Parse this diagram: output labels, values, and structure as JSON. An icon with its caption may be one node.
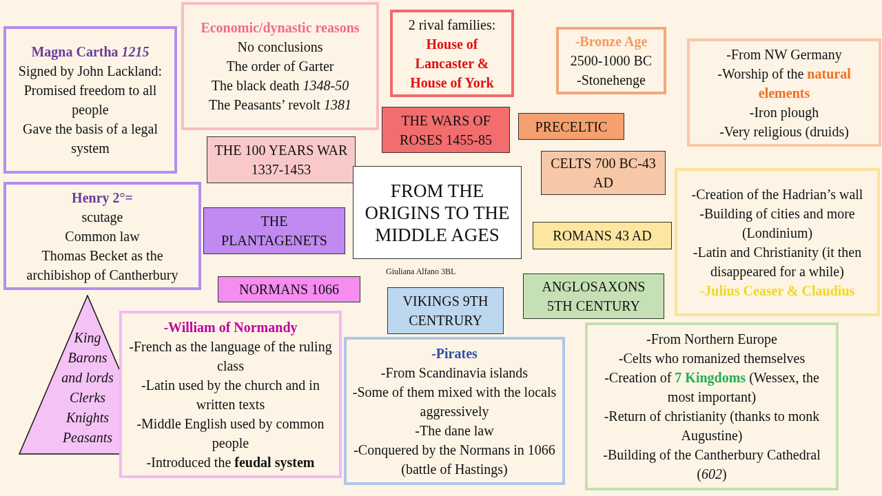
{
  "diagram": {
    "nodes": [
      {
        "text": [
          "**Magna Cartha** *1215*",
          "Signed by John Lackland:",
          "Promised freedom to all people",
          "Gave the basis of a legal system"
        ]
      },
      {
        "text": [
          "Economic/dynastic reasons",
          "No conclusions",
          "The order of Garter",
          "The black death *1348-50*",
          "The Peasants’ revolt *1381*"
        ]
      },
      {
        "text": [
          "2 rival families:",
          "House of Lancaster & House of York"
        ]
      },
      {
        "text": [
          "-Bronze Age",
          "2500-1000 BC",
          "-Stonehenge"
        ]
      },
      {
        "text": [
          "-From NW Germany",
          "-Worship of the **natural elements**",
          "-Iron plough",
          "-Very religious (druids)"
        ]
      },
      {
        "text": [
          "THE WARS OF ROSES 1455-85"
        ]
      },
      {
        "text": [
          "PRECELTIC"
        ]
      },
      {
        "text": [
          "THE 100 YEARS WAR 1337-1453"
        ]
      },
      {
        "text": [
          "CELTS 700 BC-43 AD"
        ]
      },
      {
        "text": [
          "FROM THE ORIGINS TO THE MIDDLE AGES"
        ]
      },
      {
        "text": [
          "Henry 2°=",
          "scutage",
          "Common law",
          "Thomas Becket as the archibishop of Cantherbury"
        ]
      },
      {
        "text": [
          "THE PLANTAGENETS"
        ]
      },
      {
        "text": [
          "ROMANS 43 AD"
        ]
      },
      {
        "text": [
          "-Creation of the Hadrian’s wall",
          "-Building of cities and more (Londinium)",
          "-Latin and Christianity (it then disappeared for a while)",
          "-Julius Ceaser & Claudius"
        ]
      },
      {
        "text": [
          "NORMANS 1066"
        ]
      },
      {
        "text": [
          "ANGLOSAXONS 5TH CENTURY"
        ]
      },
      {
        "text": [
          "VIKINGS 9TH CENTRURY"
        ]
      },
      {
        "text": [
          "King",
          "Barons and lords",
          "Clerks",
          "Knights",
          "Peasants"
        ]
      },
      {
        "text": [
          "-William of Normandy",
          "-French as the language of the ruling class",
          "-Latin used by the church and in written texts",
          "-Middle English used by common people",
          "-Introduced the **feudal system**"
        ]
      },
      {
        "text": [
          "-Pirates",
          "-From Scandinavia islands",
          "-Some of them mixed with the locals aggressively",
          "-The dane law",
          "-Conquered by the Normans in 1066 (battle of Hastings)"
        ]
      },
      {
        "text": [
          "-From Northern Europe",
          "-Celts who romanized themselves",
          "-Creation of **7 Kingdoms** (Wessex, the most important)",
          "-Return of christianity (thanks to monk Augustine)",
          "-Building of the Cantherbury Cathedral (*602*)"
        ]
      }
    ],
    "edges": [],
    "labels": [
      "Giuliana Alfano 3BL"
    ]
  }
}
